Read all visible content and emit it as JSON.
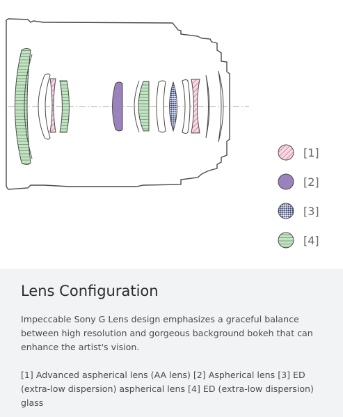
{
  "legend": [
    {
      "label": "[1]",
      "pattern": "hatch"
    },
    {
      "label": "[2]",
      "pattern": "solid"
    },
    {
      "label": "[3]",
      "pattern": "checker"
    },
    {
      "label": "[4]",
      "pattern": "lines"
    }
  ],
  "panel": {
    "title": "Lens Configuration",
    "description": "Impeccable Sony G Lens design emphasizes a graceful balance between high resolution and gorgeous background bokeh that can enhance the artist's vision.",
    "key": "[1] Advanced aspherical lens (AA lens) [2] Aspherical lens [3] ED (extra-low dispersion) aspherical lens [4] ED (extra-low dispersion) glass"
  },
  "colors": {
    "hatch": "#e9a8b8",
    "solid": "#9a83bd",
    "checker": "#2f3f78",
    "lines": "#c3e3c4",
    "outline": "#4a4a4a",
    "axis": "#aaaaaa",
    "panel_bg": "#f2f3f4"
  }
}
